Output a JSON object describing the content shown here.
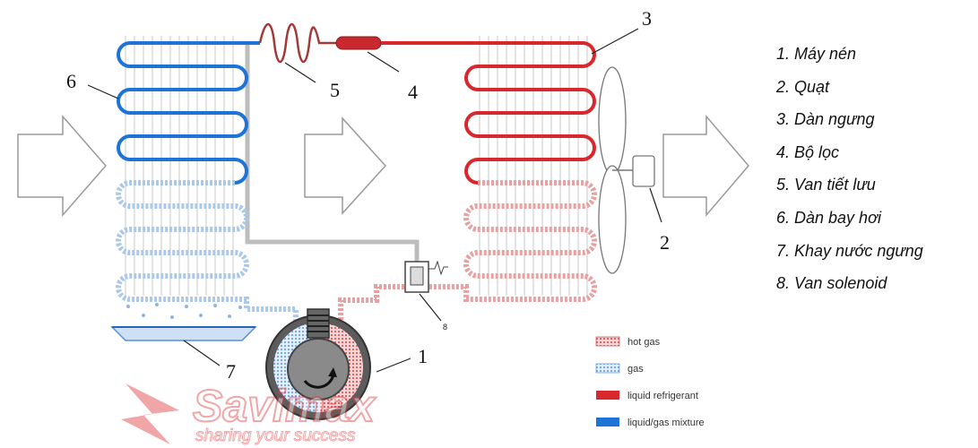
{
  "parts": [
    {
      "label": "1. Máy nén"
    },
    {
      "label": "2. Quạt"
    },
    {
      "label": "3. Dàn ngưng"
    },
    {
      "label": "4. Bộ lọc"
    },
    {
      "label": "5. Van tiết lưu"
    },
    {
      "label": "6. Dàn bay hơi"
    },
    {
      "label": "7. Khay nước ngưng"
    },
    {
      "label": "8. Van solenoid"
    }
  ],
  "callouts": {
    "n1": "1",
    "n2": "2",
    "n3": "3",
    "n4": "4",
    "n5": "5",
    "n6": "6",
    "n7": "7",
    "n8": "8"
  },
  "legend": {
    "hot_gas": "hot gas",
    "gas": "gas",
    "liquid_refrigerant": "liquid refrigerant",
    "liquid_gas_mixture": "liquid/gas mixture"
  },
  "brand": {
    "name": "Savimax",
    "tagline": "sharing your success"
  },
  "colors": {
    "liquid_refrigerant": "#d9272e",
    "liquid_gas_mixture": "#1d73d6",
    "hot_gas": "#e8a0a0",
    "gas": "#a9c8ea",
    "watermark": "#e0393e"
  }
}
